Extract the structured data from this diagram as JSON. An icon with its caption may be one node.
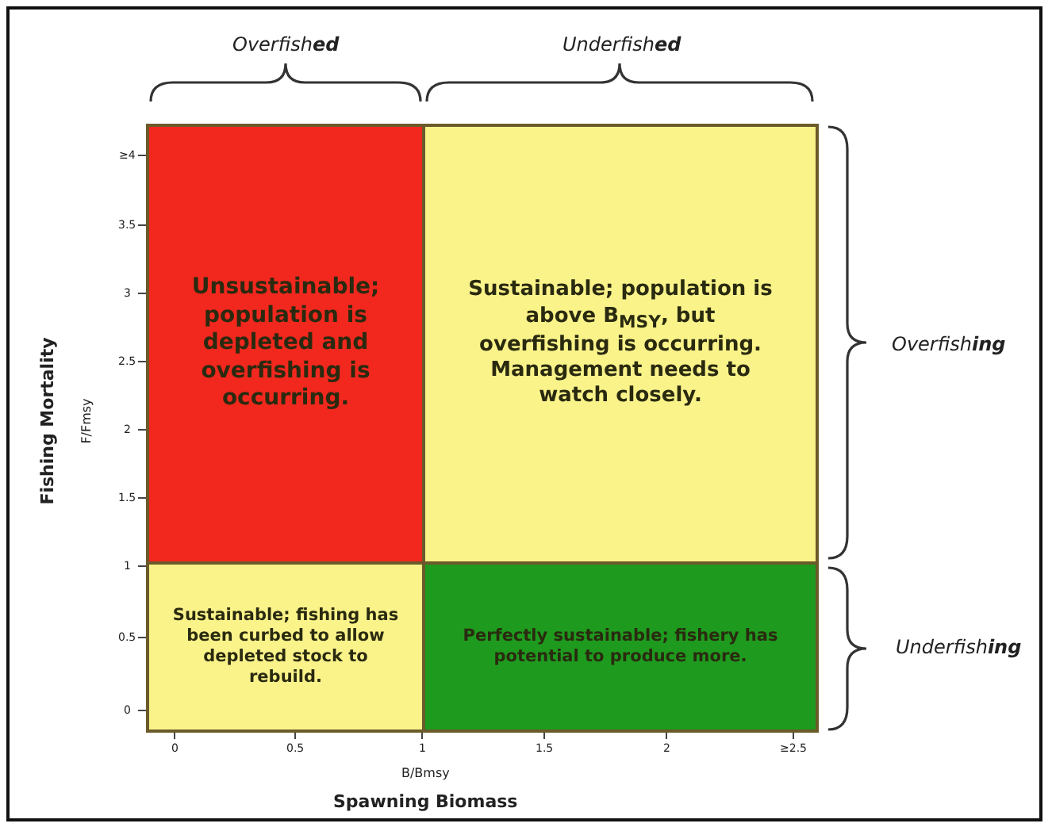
{
  "diagram": {
    "nodes": [
      {
        "text": [
          "Unsustainable; population is depleted and overfishing is occurring."
        ]
      },
      {
        "text": [
          "Sustainable; population is above B$_{MSY}$, but overfishing is occurring. Management needs to watch closely."
        ]
      },
      {
        "text": [
          "Sustainable; fishing has been curbed to allow depleted stock to rebuild."
        ]
      },
      {
        "text": [
          "Perfectly sustainable; fishery has potential to produce more."
        ]
      }
    ],
    "labels": [
      "Overfish**ed**",
      "Underfish**ed**",
      "Overfish**ing**",
      "Underfish**ing**",
      "Fishing Mortality",
      "F/Fmsy",
      "≥4",
      "3.5",
      "3",
      "2.5",
      "2",
      "1.5",
      "1",
      "0.5",
      "0",
      "0",
      "0.5",
      "1",
      "1.5",
      "2",
      "≥2.5",
      "B/Bmsy",
      "Spawning Biomass"
    ]
  }
}
